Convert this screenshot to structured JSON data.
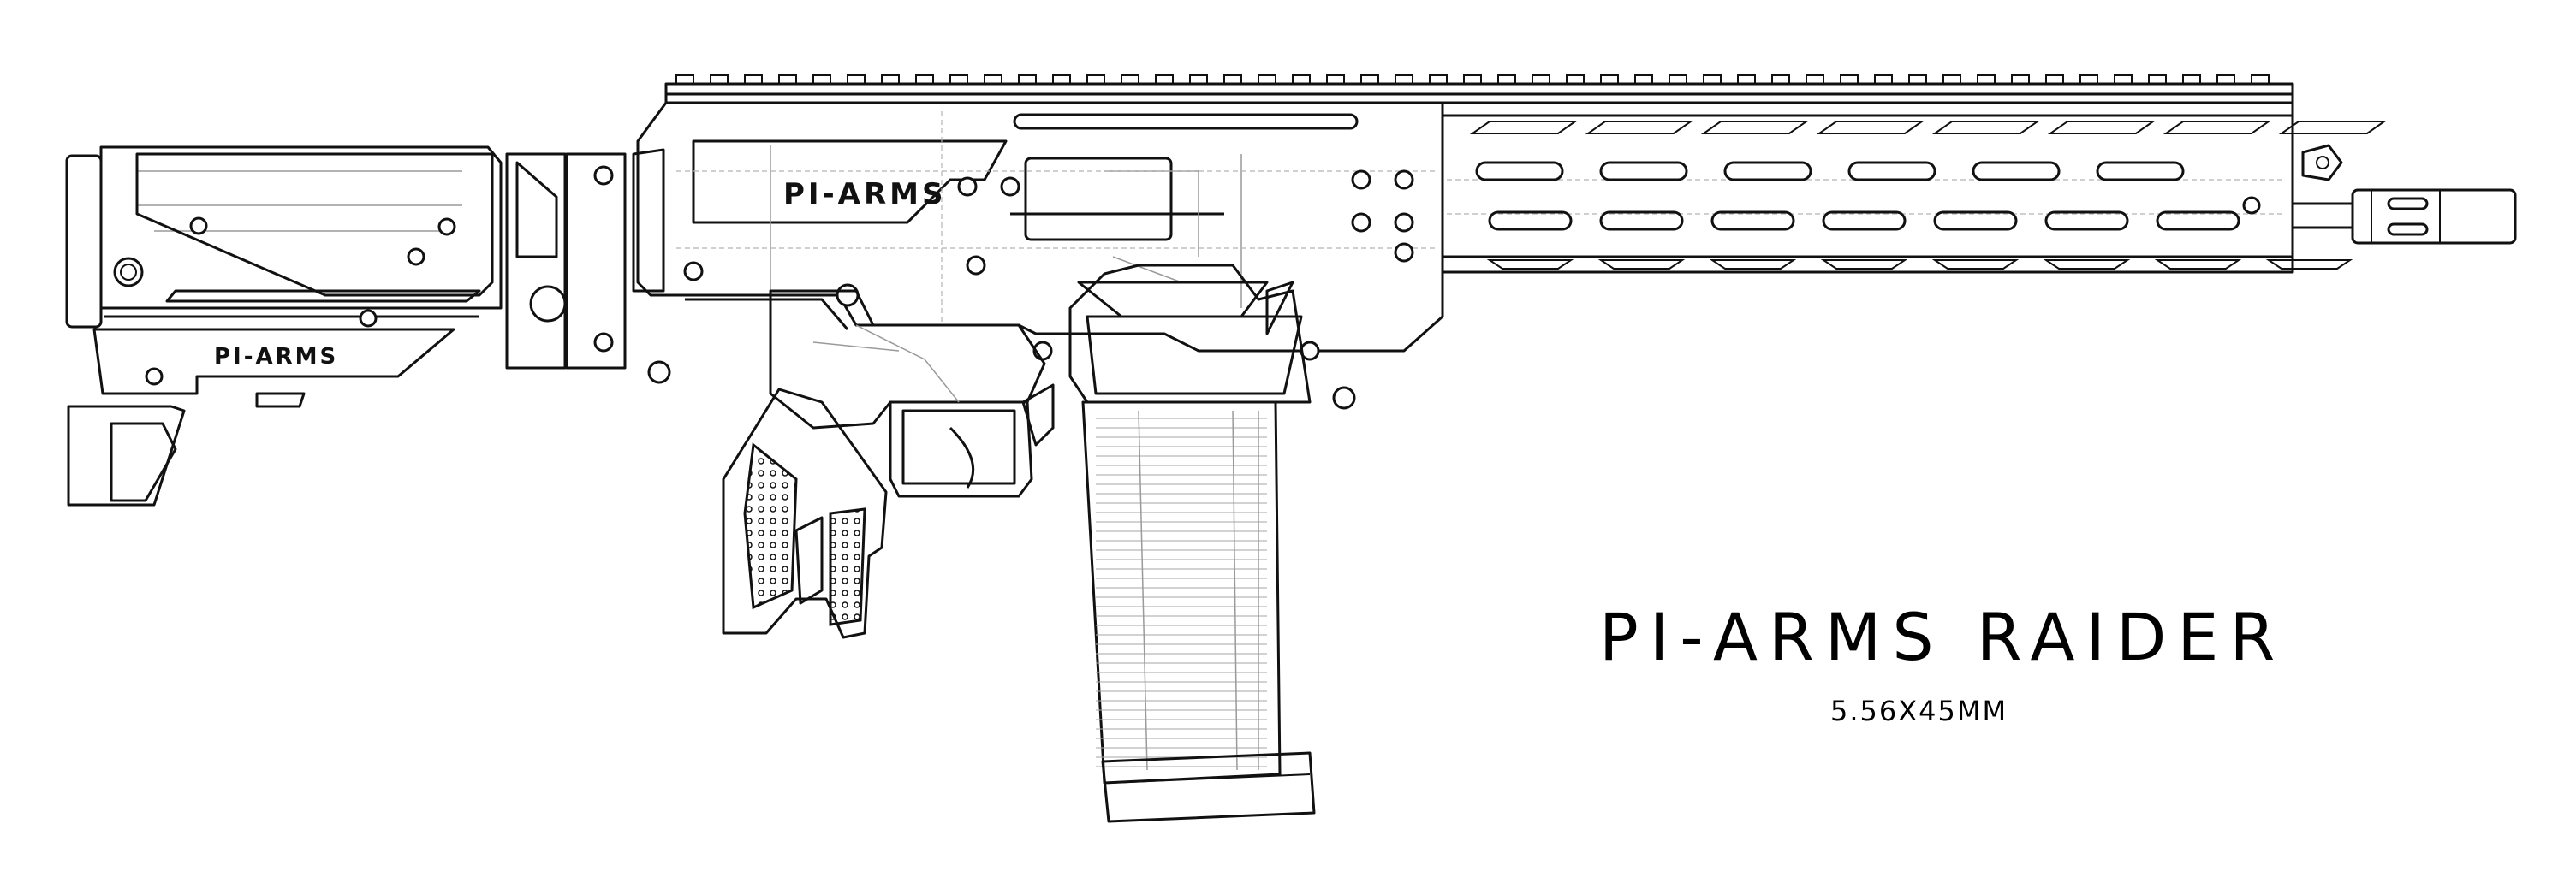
{
  "title": "PI-ARMS RAIDER",
  "subtitle": "5.56X45MM",
  "logos": {
    "receiver": "PI-ARMS",
    "stock": "PI-ARMS"
  },
  "colors": {
    "line": "#111111",
    "hidden_line": "#9a9a9a",
    "background": "#ffffff"
  }
}
